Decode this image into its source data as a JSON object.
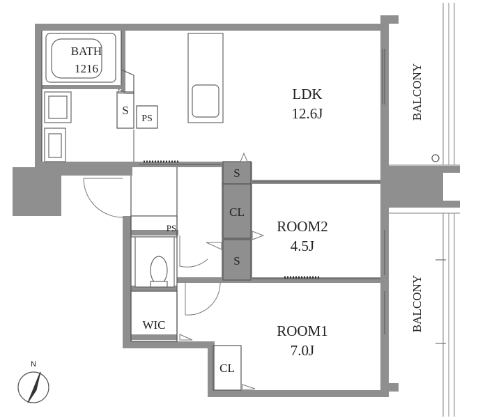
{
  "rooms": {
    "bath_name": "BATH",
    "bath_size": "1216",
    "ldk_name": "LDK",
    "ldk_size": "12.6J",
    "room2_name": "ROOM2",
    "room2_size": "4.5J",
    "room1_name": "ROOM1",
    "room1_size": "7.0J",
    "wic": "WIC",
    "cl_upper": "CL",
    "cl_lower": "CL",
    "s_bath": "S",
    "ps_bath": "PS",
    "s_top": "S",
    "s_mid": "S",
    "ps_hall": "PS",
    "balcony_upper": "BALCONY",
    "balcony_lower": "BALCONY"
  },
  "compass": {
    "label": "N"
  },
  "colors": {
    "wall": "#8f8f8f",
    "line": "#555555",
    "background": "#ffffff"
  }
}
